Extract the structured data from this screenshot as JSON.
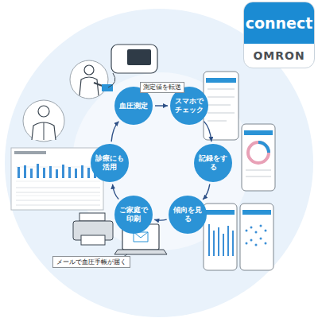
{
  "diagram": {
    "nodes": [
      {
        "text": [
          "connect",
          "OMRON"
        ]
      },
      {
        "text": [
          "血圧測定"
        ]
      },
      {
        "text": [
          "スマホで チェック"
        ]
      },
      {
        "text": [
          "記録をする"
        ]
      },
      {
        "text": [
          "傾向を見る"
        ]
      },
      {
        "text": [
          "ご家庭で 印刷"
        ]
      },
      {
        "text": [
          "診療にも 活用"
        ]
      },
      {
        "text": [
          "メールで血圧手帳が届く"
        ]
      }
    ],
    "edges": [
      {
        "from": 1,
        "to": 2,
        "arrow": "to",
        "label": "測定値を転送"
      },
      {
        "from": 2,
        "to": 3,
        "arrow": "to"
      },
      {
        "from": 3,
        "to": 4,
        "arrow": "to"
      },
      {
        "from": 4,
        "to": 5,
        "arrow": "to"
      },
      {
        "from": 5,
        "to": 6,
        "arrow": "to"
      },
      {
        "from": 6,
        "to": 1,
        "arrow": "to"
      }
    ]
  }
}
